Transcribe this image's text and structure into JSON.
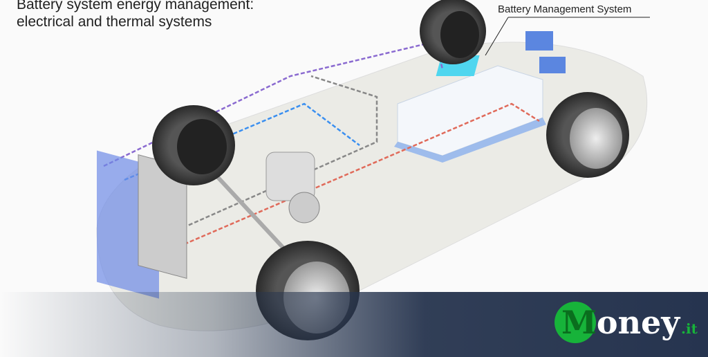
{
  "title_line1": "Battery system energy management:",
  "title_line2": "electrical and thermal systems",
  "callout": "Battery Management System",
  "logo": {
    "brand_initial": "M",
    "brand_rest": "oney",
    "tld": ".it"
  },
  "colors": {
    "banner": "#26344f",
    "logo_green": "#17b33a",
    "coolant_red": "#e06a5a",
    "coolant_blue": "#3a8ff0",
    "electric_purple": "#8a6ad0"
  }
}
